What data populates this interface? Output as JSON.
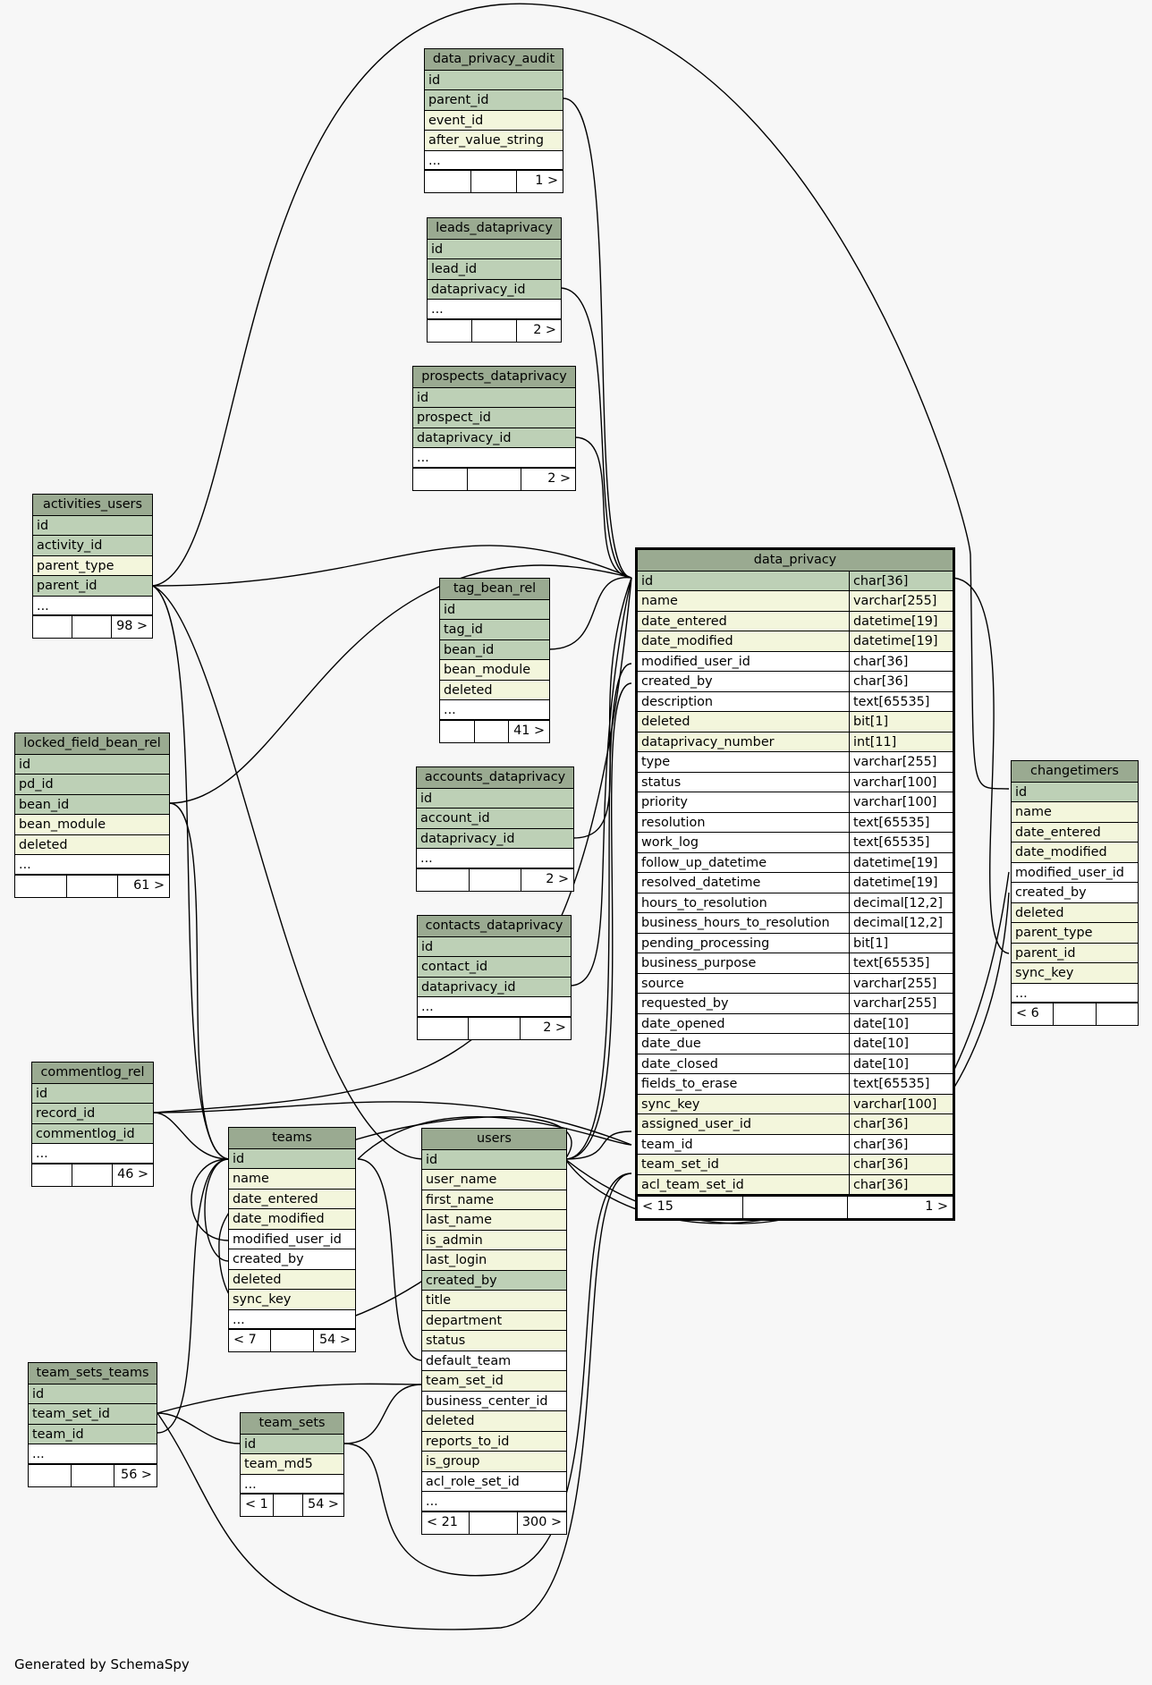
{
  "credit": "Generated by SchemaSpy",
  "tables": {
    "data_privacy_audit": {
      "name": "data_privacy_audit",
      "columns": [
        "id",
        "parent_id",
        "event_id",
        "after_value_string"
      ],
      "more": "...",
      "parents": "",
      "children": "1 >"
    },
    "leads_dataprivacy": {
      "name": "leads_dataprivacy",
      "columns": [
        "id",
        "lead_id",
        "dataprivacy_id"
      ],
      "more": "...",
      "parents": "",
      "children": "2 >"
    },
    "prospects_dataprivacy": {
      "name": "prospects_dataprivacy",
      "columns": [
        "id",
        "prospect_id",
        "dataprivacy_id"
      ],
      "more": "...",
      "parents": "",
      "children": "2 >"
    },
    "activities_users": {
      "name": "activities_users",
      "columns": [
        "id",
        "activity_id",
        "parent_type",
        "parent_id"
      ],
      "more": "...",
      "parents": "",
      "children": "98 >"
    },
    "tag_bean_rel": {
      "name": "tag_bean_rel",
      "columns": [
        "id",
        "tag_id",
        "bean_id",
        "bean_module",
        "deleted"
      ],
      "more": "...",
      "parents": "",
      "children": "41 >"
    },
    "locked_field_bean_rel": {
      "name": "locked_field_bean_rel",
      "columns": [
        "id",
        "pd_id",
        "bean_id",
        "bean_module",
        "deleted"
      ],
      "more": "...",
      "parents": "",
      "children": "61 >"
    },
    "accounts_dataprivacy": {
      "name": "accounts_dataprivacy",
      "columns": [
        "id",
        "account_id",
        "dataprivacy_id"
      ],
      "more": "...",
      "parents": "",
      "children": "2 >"
    },
    "contacts_dataprivacy": {
      "name": "contacts_dataprivacy",
      "columns": [
        "id",
        "contact_id",
        "dataprivacy_id"
      ],
      "more": "...",
      "parents": "",
      "children": "2 >"
    },
    "commentlog_rel": {
      "name": "commentlog_rel",
      "columns": [
        "id",
        "record_id",
        "commentlog_id"
      ],
      "more": "...",
      "parents": "",
      "children": "46 >"
    },
    "teams": {
      "name": "teams",
      "columns": [
        "id",
        "name",
        "date_entered",
        "date_modified",
        "modified_user_id",
        "created_by",
        "deleted",
        "sync_key"
      ],
      "more": "...",
      "parents": "< 7",
      "children": "54 >"
    },
    "users": {
      "name": "users",
      "columns": [
        "id",
        "user_name",
        "first_name",
        "last_name",
        "is_admin",
        "last_login",
        "created_by",
        "title",
        "department",
        "status",
        "default_team",
        "team_set_id",
        "business_center_id",
        "deleted",
        "reports_to_id",
        "is_group",
        "acl_role_set_id"
      ],
      "more": "...",
      "parents": "< 21",
      "children": "300 >"
    },
    "team_sets_teams": {
      "name": "team_sets_teams",
      "columns": [
        "id",
        "team_set_id",
        "team_id"
      ],
      "more": "...",
      "parents": "",
      "children": "56 >"
    },
    "team_sets": {
      "name": "team_sets",
      "columns": [
        "id",
        "team_md5"
      ],
      "more": "...",
      "parents": "< 1",
      "children": "54 >"
    },
    "changetimers": {
      "name": "changetimers",
      "columns": [
        "id",
        "name",
        "date_entered",
        "date_modified",
        "modified_user_id",
        "created_by",
        "deleted",
        "parent_type",
        "parent_id",
        "sync_key"
      ],
      "more": "...",
      "parents": "< 6",
      "children": ""
    },
    "data_privacy": {
      "name": "data_privacy",
      "columns": [
        {
          "name": "id",
          "type": "char[36]"
        },
        {
          "name": "name",
          "type": "varchar[255]"
        },
        {
          "name": "date_entered",
          "type": "datetime[19]"
        },
        {
          "name": "date_modified",
          "type": "datetime[19]"
        },
        {
          "name": "modified_user_id",
          "type": "char[36]"
        },
        {
          "name": "created_by",
          "type": "char[36]"
        },
        {
          "name": "description",
          "type": "text[65535]"
        },
        {
          "name": "deleted",
          "type": "bit[1]"
        },
        {
          "name": "dataprivacy_number",
          "type": "int[11]"
        },
        {
          "name": "type",
          "type": "varchar[255]"
        },
        {
          "name": "status",
          "type": "varchar[100]"
        },
        {
          "name": "priority",
          "type": "varchar[100]"
        },
        {
          "name": "resolution",
          "type": "text[65535]"
        },
        {
          "name": "work_log",
          "type": "text[65535]"
        },
        {
          "name": "follow_up_datetime",
          "type": "datetime[19]"
        },
        {
          "name": "resolved_datetime",
          "type": "datetime[19]"
        },
        {
          "name": "hours_to_resolution",
          "type": "decimal[12,2]"
        },
        {
          "name": "business_hours_to_resolution",
          "type": "decimal[12,2]"
        },
        {
          "name": "pending_processing",
          "type": "bit[1]"
        },
        {
          "name": "business_purpose",
          "type": "text[65535]"
        },
        {
          "name": "source",
          "type": "varchar[255]"
        },
        {
          "name": "requested_by",
          "type": "varchar[255]"
        },
        {
          "name": "date_opened",
          "type": "date[10]"
        },
        {
          "name": "date_due",
          "type": "date[10]"
        },
        {
          "name": "date_closed",
          "type": "date[10]"
        },
        {
          "name": "fields_to_erase",
          "type": "text[65535]"
        },
        {
          "name": "sync_key",
          "type": "varchar[100]"
        },
        {
          "name": "assigned_user_id",
          "type": "char[36]"
        },
        {
          "name": "team_id",
          "type": "char[36]"
        },
        {
          "name": "team_set_id",
          "type": "char[36]"
        },
        {
          "name": "acl_team_set_id",
          "type": "char[36]"
        }
      ],
      "parents": "< 15",
      "middle": "",
      "children": "1 >"
    }
  }
}
